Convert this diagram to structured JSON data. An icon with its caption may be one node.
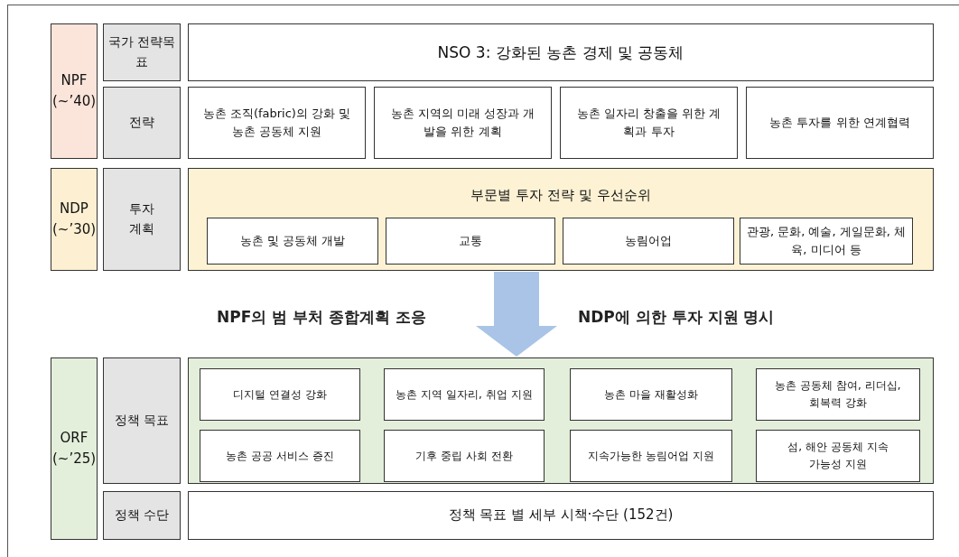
{
  "diagram": {
    "nodes": [
      {
        "text": [
          "NPF (~’40)"
        ]
      },
      {
        "text": [
          "국가 전략목표"
        ]
      },
      {
        "text": [
          "NSO 3: 강화된 농촌 경제 및 공동체"
        ]
      },
      {
        "text": [
          "전략"
        ]
      },
      {
        "text": [
          "농촌 조직(fabric)의 강화 및 농촌 공동체 지원"
        ]
      },
      {
        "text": [
          "농촌 지역의 미래 성장과 개발을 위한 계획"
        ]
      },
      {
        "text": [
          "농촌 일자리 창출을 위한 계획과 투자"
        ]
      },
      {
        "text": [
          "농촌 투자를 위한 연계협력"
        ]
      },
      {
        "text": [
          "NDP (~’30)"
        ]
      },
      {
        "text": [
          "투자 계획"
        ]
      },
      {
        "text": [
          "부문별 투자 전략 및 우선순위"
        ]
      },
      {
        "text": [
          "농촌 및 공동체 개발"
        ],
        "in": 10
      },
      {
        "text": [
          "교통"
        ],
        "in": 10
      },
      {
        "text": [
          "농림어업"
        ],
        "in": 10
      },
      {
        "text": [
          "관광, 문화, 예술, 게일문화, 체육, 미디어 등"
        ],
        "in": 10
      },
      {
        "text": [
          "ORF (~’25)"
        ]
      },
      {
        "text": [
          "정책 목표"
        ]
      },
      {
        "text": [],
        "shape": "box"
      },
      {
        "text": [
          "디지털 연결성 강화"
        ],
        "in": 17
      },
      {
        "text": [
          "농촌 지역 일자리, 취업 지원"
        ],
        "in": 17
      },
      {
        "text": [
          "농촌 마을 재활성화"
        ],
        "in": 17
      },
      {
        "text": [
          "농촌 공동체 참여, 리더십, 회복력 강화"
        ],
        "in": 17
      },
      {
        "text": [
          "농촌 공공 서비스 증진"
        ],
        "in": 17
      },
      {
        "text": [
          "기후 중립 사회 전환"
        ],
        "in": 17
      },
      {
        "text": [
          "지속가능한 농림어업 지원"
        ],
        "in": 17
      },
      {
        "text": [
          "섬, 해안 공동체 지속가능성 지원"
        ],
        "in": 17
      },
      {
        "text": [
          "정책 수단"
        ]
      },
      {
        "text": [
          "정책 목표 별 세부 시책·수단 (152건)"
        ]
      }
    ],
    "edges": [
      {
        "from": 10,
        "to": 17,
        "arrow": "to"
      }
    ],
    "labels": [
      "NPF의 범 부처 종합계획 조응",
      "NDP에 의한 투자 지원 명시"
    ]
  }
}
